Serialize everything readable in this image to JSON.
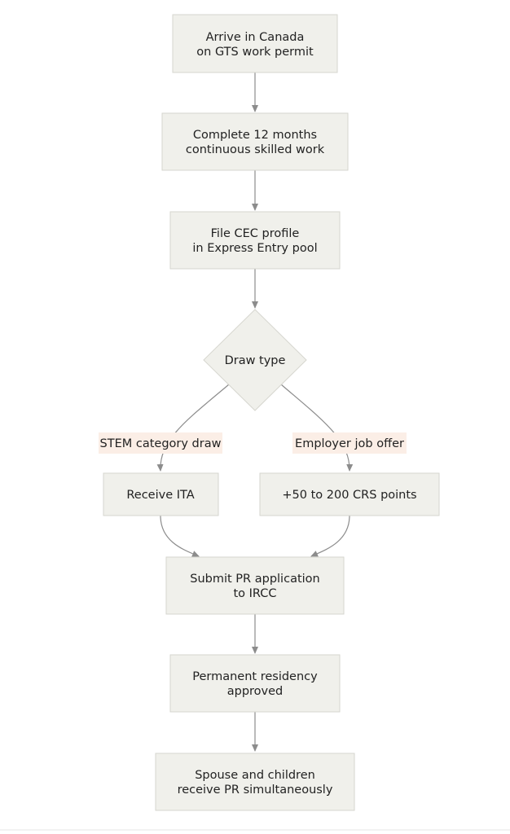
{
  "colors": {
    "node_fill": "#f0f0eb",
    "node_stroke": "#d6d6cf",
    "edge": "#8c8c8c",
    "label_highlight": "#fbeee6",
    "text": "#222222"
  },
  "nodes": {
    "arrive": {
      "lines": [
        "Arrive in Canada",
        "on GTS work permit"
      ]
    },
    "work": {
      "lines": [
        "Complete 12 months",
        "continuous skilled work"
      ]
    },
    "cec": {
      "lines": [
        "File CEC profile",
        "in Express Entry pool"
      ]
    },
    "draw": {
      "lines": [
        "Draw type"
      ]
    },
    "ita": {
      "lines": [
        "Receive ITA"
      ]
    },
    "crs": {
      "lines": [
        "+50 to 200 CRS points"
      ]
    },
    "submit": {
      "lines": [
        "Submit PR application",
        "to IRCC"
      ]
    },
    "approved": {
      "lines": [
        "Permanent residency",
        "approved"
      ]
    },
    "family": {
      "lines": [
        "Spouse and children",
        "receive PR simultaneously"
      ]
    }
  },
  "edges": {
    "stem": {
      "label": "STEM category draw"
    },
    "employer": {
      "label": "Employer job offer"
    }
  }
}
